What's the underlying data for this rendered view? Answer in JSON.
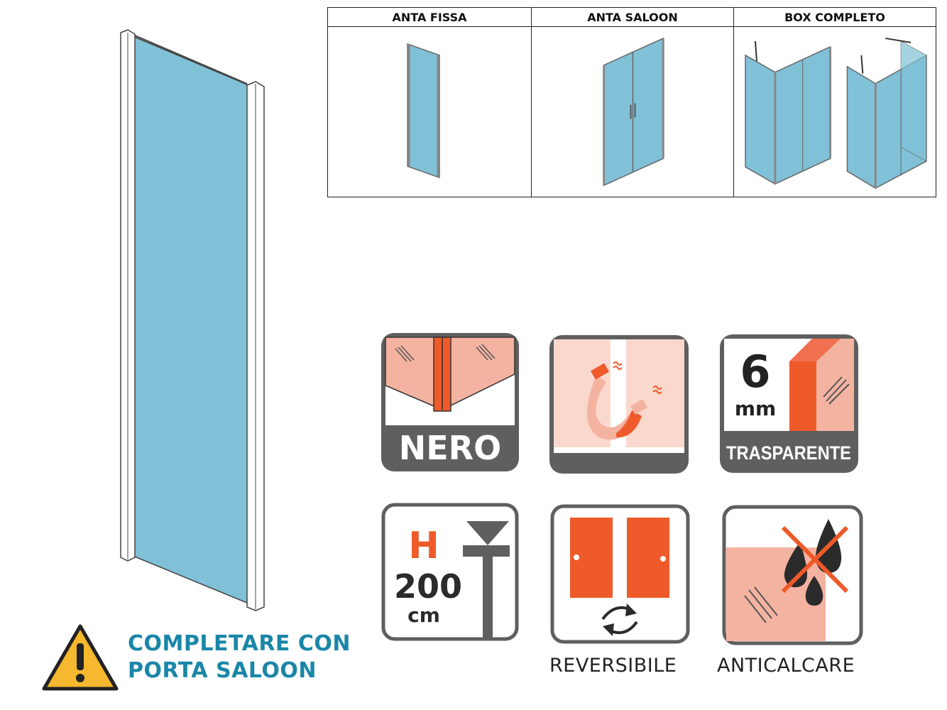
{
  "table": {
    "headers": [
      "ANTA FISSA",
      "ANTA SALOON",
      "BOX COMPLETO"
    ]
  },
  "features": {
    "color_label": "NERO",
    "glass_thickness_value": "6",
    "glass_thickness_unit": "mm",
    "glass_type": "TRASPARENTE",
    "height_letter": "H",
    "height_value": "200",
    "height_unit": "cm",
    "reversible_label": "REVERSIBILE",
    "anticalcare_label": "ANTICALCARE"
  },
  "notice": {
    "line1": "COMPLETARE CON",
    "line2": "PORTA SALOON"
  },
  "colors": {
    "glass": "#80c1d7",
    "orange": "#ee5a2a",
    "salmon": "#f4b3a1",
    "pink": "#fbd8cd",
    "gray": "#5f5f5f",
    "notice": "#1a86a8",
    "warning": "#f5b82e"
  }
}
